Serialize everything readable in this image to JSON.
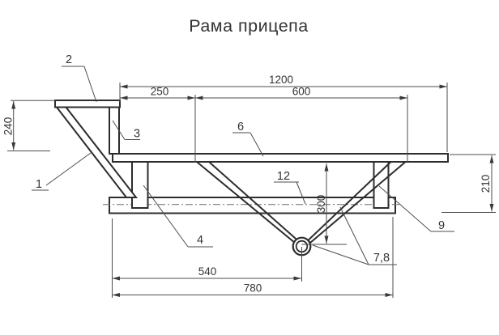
{
  "title": "Рама прицепа",
  "dimensions": {
    "top_overall": "1200",
    "top_left_segment": "250",
    "top_right_segment": "600",
    "left_height": "240",
    "right_height": "210",
    "hitch_drop": "300",
    "bottom_inner": "540",
    "bottom_overall": "780"
  },
  "callouts": {
    "drawbar_diagonal": "1",
    "drawbar_top_bar": "2",
    "front_post": "3",
    "left_stand": "4",
    "main_beam": "6",
    "v_braces": "7,8",
    "right_stand": "9",
    "axle_beam": "12"
  },
  "colors": {
    "background": "#ffffff",
    "part_outline": "#2d2d2d",
    "dimension_line": "#4d4d4d",
    "text": "#333333"
  }
}
